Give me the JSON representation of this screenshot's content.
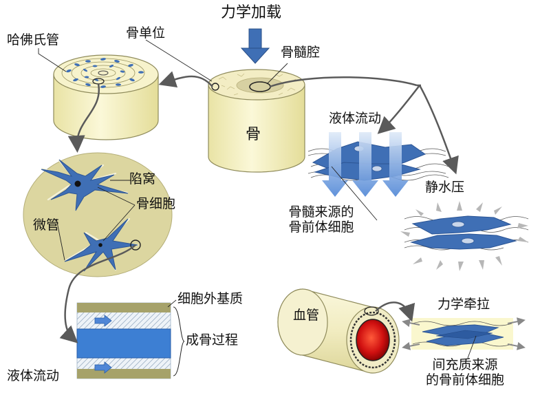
{
  "labels": {
    "mechanical_loading": "力学加载",
    "haversian_canal": "哈佛氏管",
    "osteon": "骨单位",
    "marrow_cavity": "骨髓腔",
    "bone": "骨",
    "fluid_flow_top": "液体流动",
    "lacuna": "陷窝",
    "osteocyte": "骨细胞",
    "canaliculi": "微管",
    "hydrostatic_pressure": "静水压",
    "marrow_progenitors_line1": "骨髓来源的",
    "marrow_progenitors_line2": "骨前体细胞",
    "extracellular_matrix": "细胞外基质",
    "osteogenesis": "成骨过程",
    "fluid_flow_bottom": "液体流动",
    "blood_vessel": "血管",
    "mechanical_stretch": "力学牵拉",
    "mesenchymal_progenitors_line1": "间充质来源",
    "mesenchymal_progenitors_line2": "的骨前体细胞"
  },
  "colors": {
    "bone_fill": "#f7f4c6",
    "bone_side": "#efe9a8",
    "ellipse_bg": "#dcd6a0",
    "cell_blue": "#3f6fb5",
    "arrow_blue": "#4f7fc4",
    "arrow_gray": "#5a5a5a",
    "vessel_red": "#cc1111",
    "channel_blue": "#3d7fd3",
    "matrix_olive": "#a6a26a"
  }
}
